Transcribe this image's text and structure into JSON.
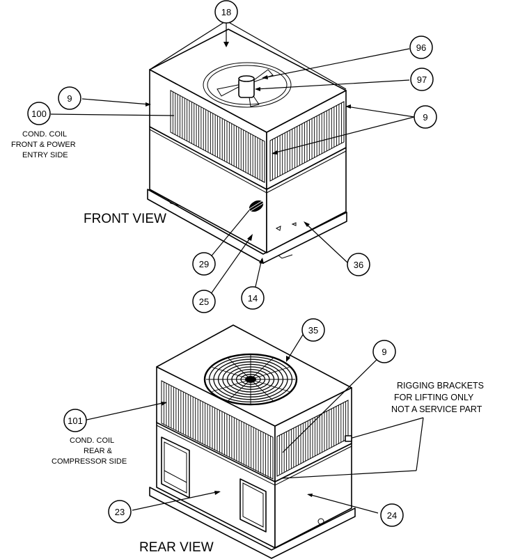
{
  "views": {
    "front": "FRONT VIEW",
    "rear": "REAR VIEW"
  },
  "callouts": {
    "c18": "18",
    "c96": "96",
    "c97": "97",
    "c9a": "9",
    "c9b": "9",
    "c9c": "9",
    "c100": "100",
    "c29": "29",
    "c25": "25",
    "c14": "14",
    "c36": "36",
    "c35": "35",
    "c101": "101",
    "c23": "23",
    "c24": "24"
  },
  "captions": {
    "front_coil": [
      "COND. COIL",
      "FRONT & POWER",
      "ENTRY SIDE"
    ],
    "rear_coil": [
      "COND. COIL",
      "REAR &",
      "COMPRESSOR SIDE"
    ],
    "rigging": [
      "RIGGING BRACKETS",
      "FOR LIFTING ONLY",
      "NOT A SERVICE PART"
    ]
  }
}
